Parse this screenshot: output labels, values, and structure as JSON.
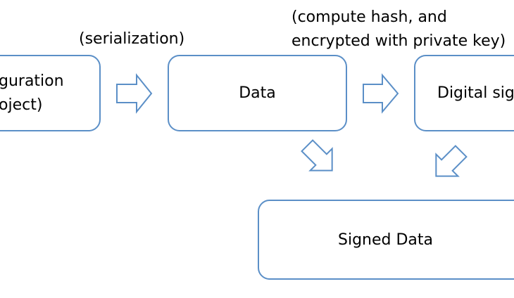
{
  "boxes": {
    "configuration": {
      "line1": "guration",
      "line2": "oject)"
    },
    "data": {
      "label": "Data"
    },
    "digital_signature": {
      "label": "Digital sig"
    },
    "signed_data": {
      "label": "Signed Data"
    }
  },
  "captions": {
    "serialization": "(serialization)",
    "compute_line1": "(compute hash, and",
    "compute_line2": "encrypted with private key)"
  },
  "colors": {
    "stroke": "#5b8fc7",
    "fill": "#ffffff",
    "text": "#000000"
  }
}
